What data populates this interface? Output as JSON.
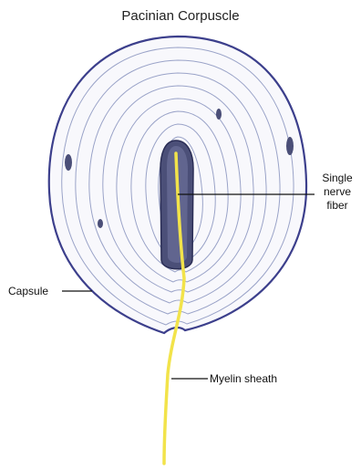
{
  "title": "Pacinian Corpuscle",
  "labels": {
    "nerve_fiber": [
      "Single",
      "nerve",
      "fiber"
    ],
    "capsule": "Capsule",
    "myelin": "Myelin sheath"
  },
  "colors": {
    "capsule_outline": "#3c3f8c",
    "lamellae": "#9aa3c8",
    "core": "#4b4f78",
    "nerve_fiber": "#f2e34a",
    "leader_line": "#111111"
  }
}
